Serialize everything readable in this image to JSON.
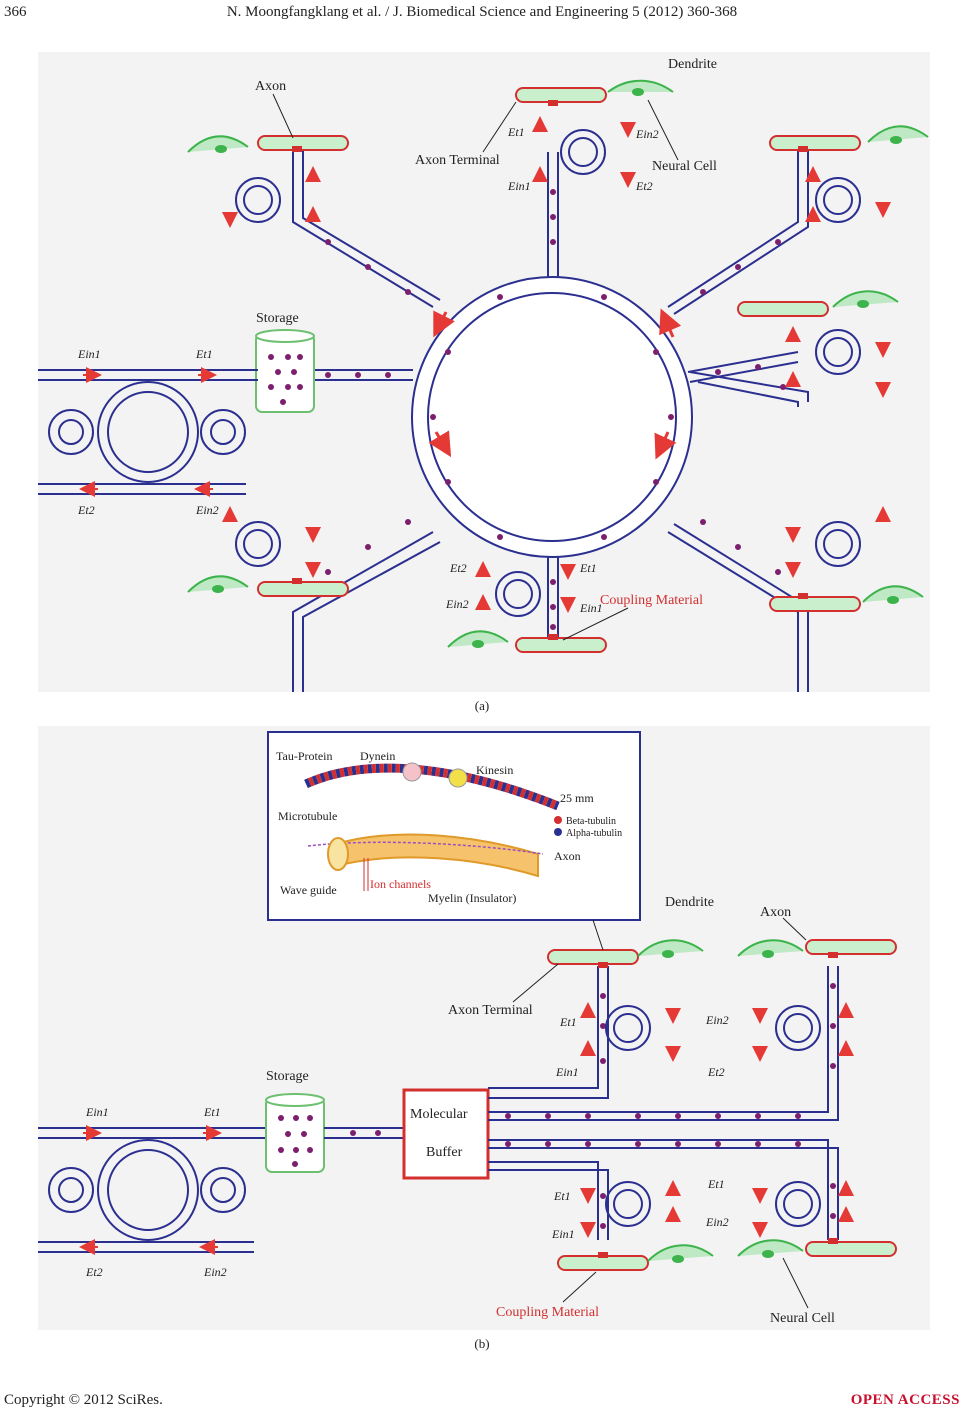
{
  "header": {
    "page_number": "366",
    "running_title": "N. Moongfangklang et al. / J. Biomedical Science and Engineering 5 (2012) 360-368"
  },
  "figure_a": {
    "caption": "(a)",
    "labels": {
      "axon": "Axon",
      "dendrite": "Dendrite",
      "axon_terminal": "Axon Terminal",
      "neural_cell": "Neural Cell",
      "storage": "Storage",
      "coupling_material": "Coupling Material"
    },
    "symbols": {
      "e_in1": "Ein1",
      "e_t1": "Et1",
      "e_t2": "Et2",
      "e_in2": "Ein2"
    }
  },
  "figure_b": {
    "caption": "(b)",
    "inset_labels": {
      "tau_protein": "Tau-Protein",
      "dynein": "Dynein",
      "kinesin": "Kinesin",
      "scale": "25 mm",
      "microtubule": "Microtubule",
      "beta_tubulin": "Beta-tubulin",
      "alpha_tubulin": "Alpha-tubulin",
      "axon": "Axon",
      "wave_guide": "Wave guide",
      "ion_channels": "Ion channels",
      "myelin": "Myelin (Insulator)"
    },
    "labels": {
      "dendrite": "Dendrite",
      "axon": "Axon",
      "axon_terminal": "Axon Terminal",
      "storage": "Storage",
      "molecular": "Molecular",
      "buffer": "Buffer",
      "coupling_material": "Coupling Material",
      "neural_cell": "Neural Cell"
    },
    "symbols": {
      "e_in1": "Ein1",
      "e_t1": "Et1",
      "e_t2": "Et2",
      "e_in2": "Ein2"
    }
  },
  "footer": {
    "copyright": "Copyright © 2012 SciRes.",
    "access": "OPEN ACCESS"
  },
  "colors": {
    "waveguide": "#2b2f8f",
    "particle": "#7b1f6e",
    "neuron": "#3cb44b",
    "myelin": "#d32f2f",
    "arrow": "#e53935",
    "storage": "#6cc070"
  }
}
